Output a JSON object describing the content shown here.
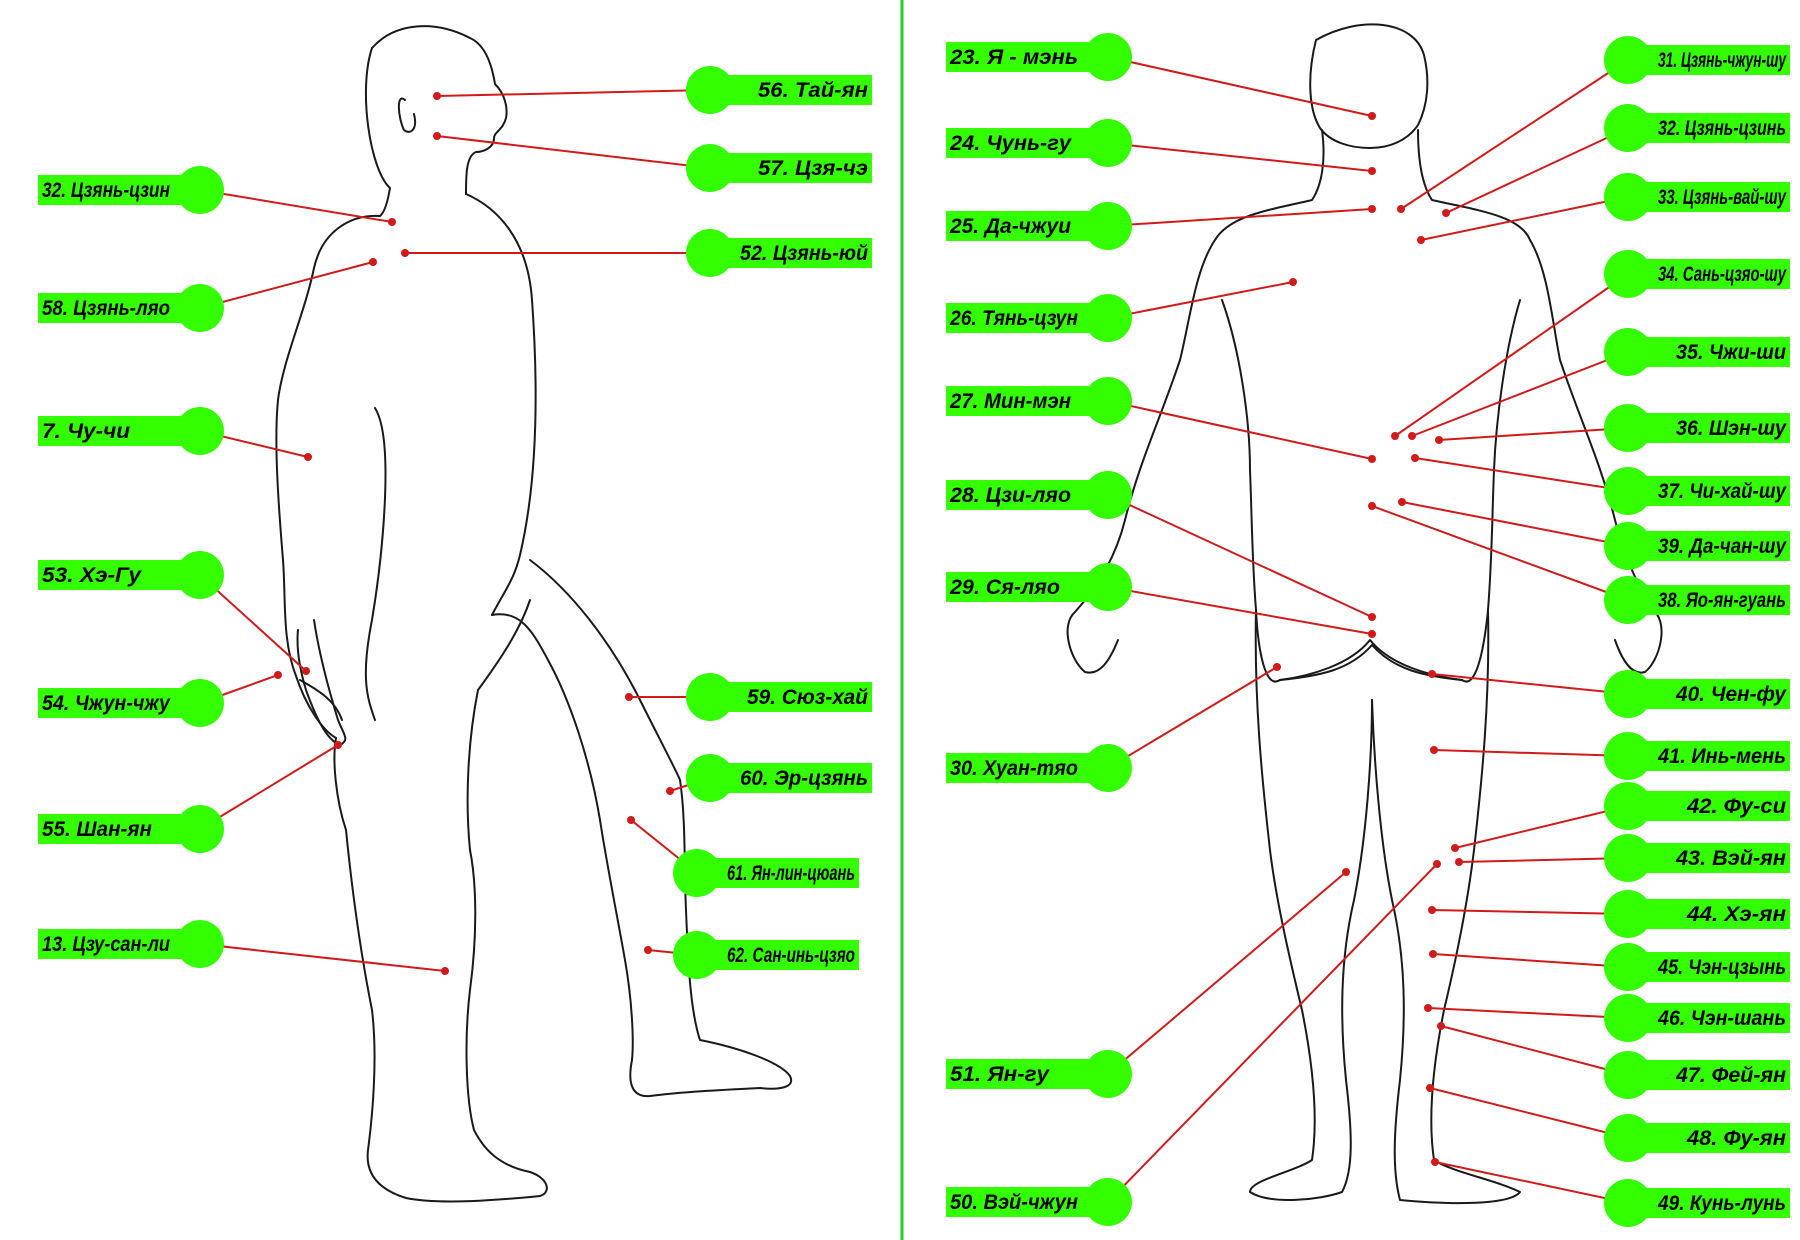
{
  "colors": {
    "label_bg": "#33ff00",
    "leader": "#d11a1a",
    "divider": "#22d322",
    "outline": "#1a1a1a"
  },
  "side_view": {
    "points": [
      "56. Тай-ян",
      "57. Цзя-чэ",
      "52. Цзянь-юй",
      "59. Сюз-хай",
      "60. Эр-цзянь",
      "61. Ян-лин-цюань",
      "62. Сан-инь-цзяо",
      "32. Цзянь-цзин",
      "58. Цзянь-ляо",
      "7. Чу-чи",
      "53. Хэ-Гу",
      "54. Чжун-чжу",
      "55. Шан-ян",
      "13. Цзу-сан-ли"
    ]
  },
  "back_view": {
    "points": [
      "23. Я - мэнь",
      "24. Чунь-гу",
      "25. Да-чжуи",
      "26. Тянь-цзун",
      "27. Мин-мэн",
      "28. Цзи-ляо",
      "29. Ся-ляо",
      "30. Хуан-тяо",
      "51. Ян-гу",
      "50. Вэй-чжун",
      "31. Цзянь-чжун-шу",
      "32. Цзянь-цзинь",
      "33. Цзянь-вай-шу",
      "34. Сань-цзяо-шу",
      "35. Чжи-ши",
      "36. Шэн-шу",
      "37. Чи-хай-шу",
      "39. Да-чан-шу",
      "38. Яо-ян-гуань",
      "40. Чен-фу",
      "41. Инь-мень",
      "42. Фу-си",
      "43. Вэй-ян",
      "44. Хэ-ян",
      "45. Чэн-цзынь",
      "46. Чэн-шань",
      "47. Фей-ян",
      "48. Фу-ян",
      "49. Кунь-лунь"
    ]
  }
}
